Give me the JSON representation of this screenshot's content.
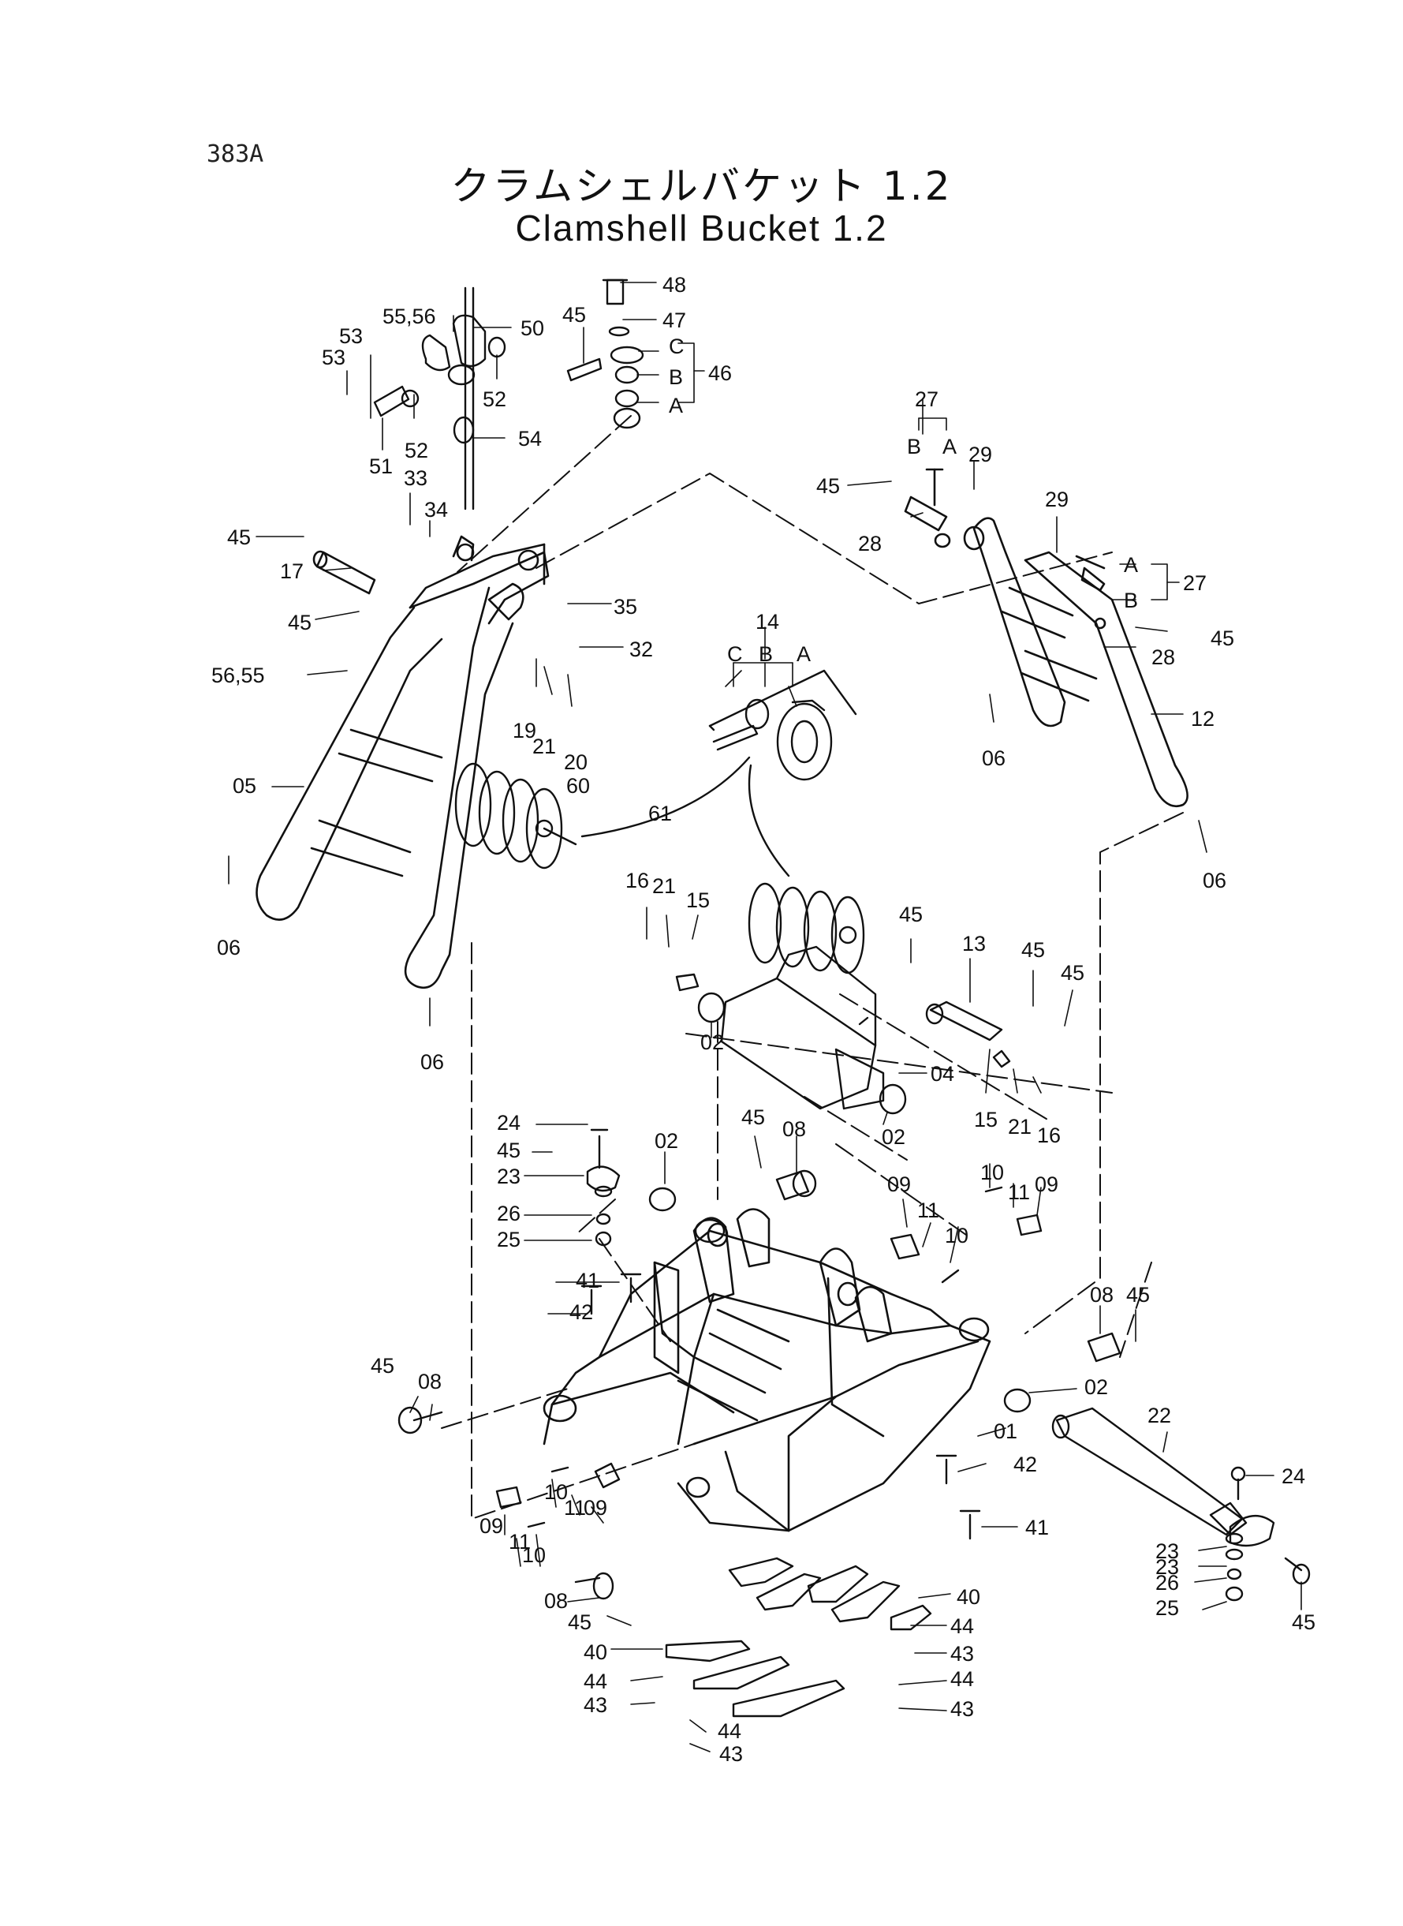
{
  "header": {
    "page_code": "383A",
    "title_jp": "クラムシェルバケット 1.2",
    "title_en": "Clamshell Bucket 1.2"
  },
  "part_labels": [
    "48",
    "47",
    "46",
    "45",
    "50",
    "55,56",
    "53",
    "53",
    "52",
    "52",
    "51",
    "54",
    "C",
    "B",
    "A",
    "27",
    "B",
    "A",
    "29",
    "45",
    "28",
    "29",
    "A",
    "B",
    "27",
    "45",
    "28",
    "12",
    "33",
    "34",
    "45",
    "17",
    "45",
    "35",
    "32",
    "56,55",
    "19",
    "21",
    "20",
    "60",
    "61",
    "05",
    "06",
    "14",
    "C",
    "B",
    "A",
    "06",
    "06",
    "16",
    "21",
    "15",
    "45",
    "13",
    "45",
    "45",
    "02",
    "04",
    "02",
    "15",
    "21",
    "16",
    "06",
    "24",
    "45",
    "23",
    "26",
    "25",
    "02",
    "45",
    "08",
    "09",
    "11",
    "10",
    "10",
    "11",
    "09",
    "41",
    "42",
    "45",
    "08",
    "08",
    "45",
    "02",
    "01",
    "22",
    "42",
    "41",
    "24",
    "10",
    "11",
    "09",
    "09",
    "11",
    "10",
    "23",
    "23",
    "26",
    "25",
    "45",
    "08",
    "45",
    "40",
    "40",
    "44",
    "44",
    "43",
    "43",
    "44",
    "44",
    "43",
    "43"
  ]
}
